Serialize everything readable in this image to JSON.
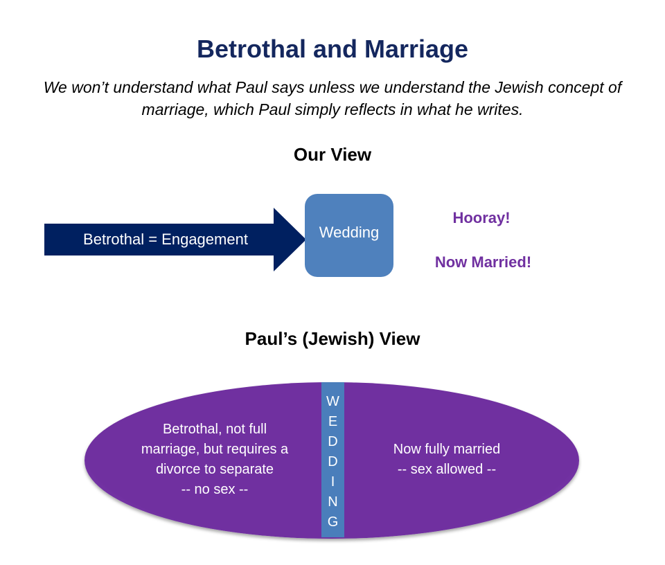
{
  "title": "Betrothal and Marriage",
  "subtitle": "We won’t understand what Paul says unless we understand the Jewish concept of marriage, which Paul simply reflects in what he writes.",
  "our_view": {
    "heading": "Our View",
    "arrow_label": "Betrothal = Engagement",
    "box_label": "Wedding",
    "exclaim_1": "Hooray!",
    "exclaim_2": "Now Married!"
  },
  "pauls_view": {
    "heading": "Paul’s (Jewish) View",
    "left_text": [
      "Betrothal, not full",
      "marriage, but requires a",
      "divorce to separate",
      "-- no sex --"
    ],
    "bar_letters": [
      "W",
      "E",
      "D",
      "D",
      "I",
      "N",
      "G"
    ],
    "right_text": [
      "Now fully married",
      "-- sex allowed --"
    ]
  },
  "colors": {
    "title": "#14275e",
    "arrow": "#002060",
    "box": "#4f81bd",
    "purple": "#7030a0"
  }
}
